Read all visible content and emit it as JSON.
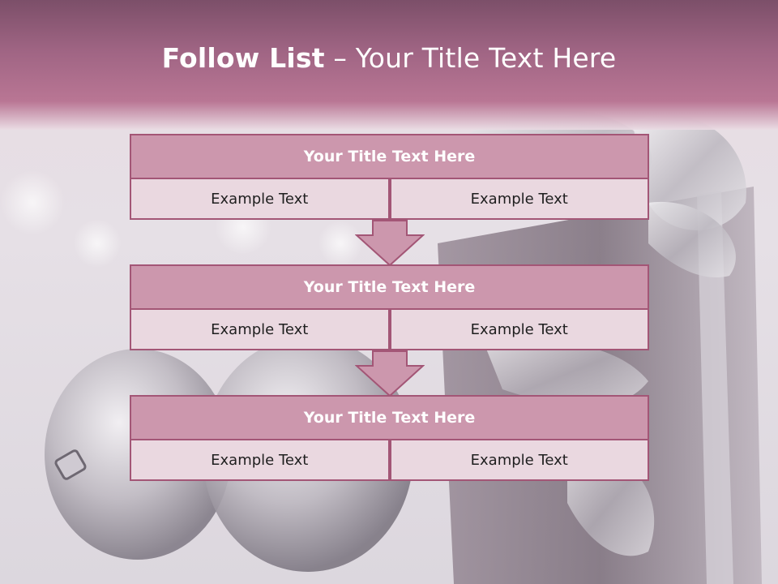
{
  "slide": {
    "title_bold": "Follow List",
    "title_rest": "– Your Title Text Here"
  },
  "blocks": [
    {
      "title": "Your Title Text Here",
      "left": "Example Text",
      "right": "Example Text"
    },
    {
      "title": "Your Title Text Here",
      "left": "Example Text",
      "right": "Example Text"
    },
    {
      "title": "Your Title Text Here",
      "left": "Example Text",
      "right": "Example Text"
    }
  ],
  "colors": {
    "header": "#b97694",
    "block_title_fill": "#cc97ad",
    "block_cell_fill": "#ead8e0",
    "border": "#a35676"
  }
}
